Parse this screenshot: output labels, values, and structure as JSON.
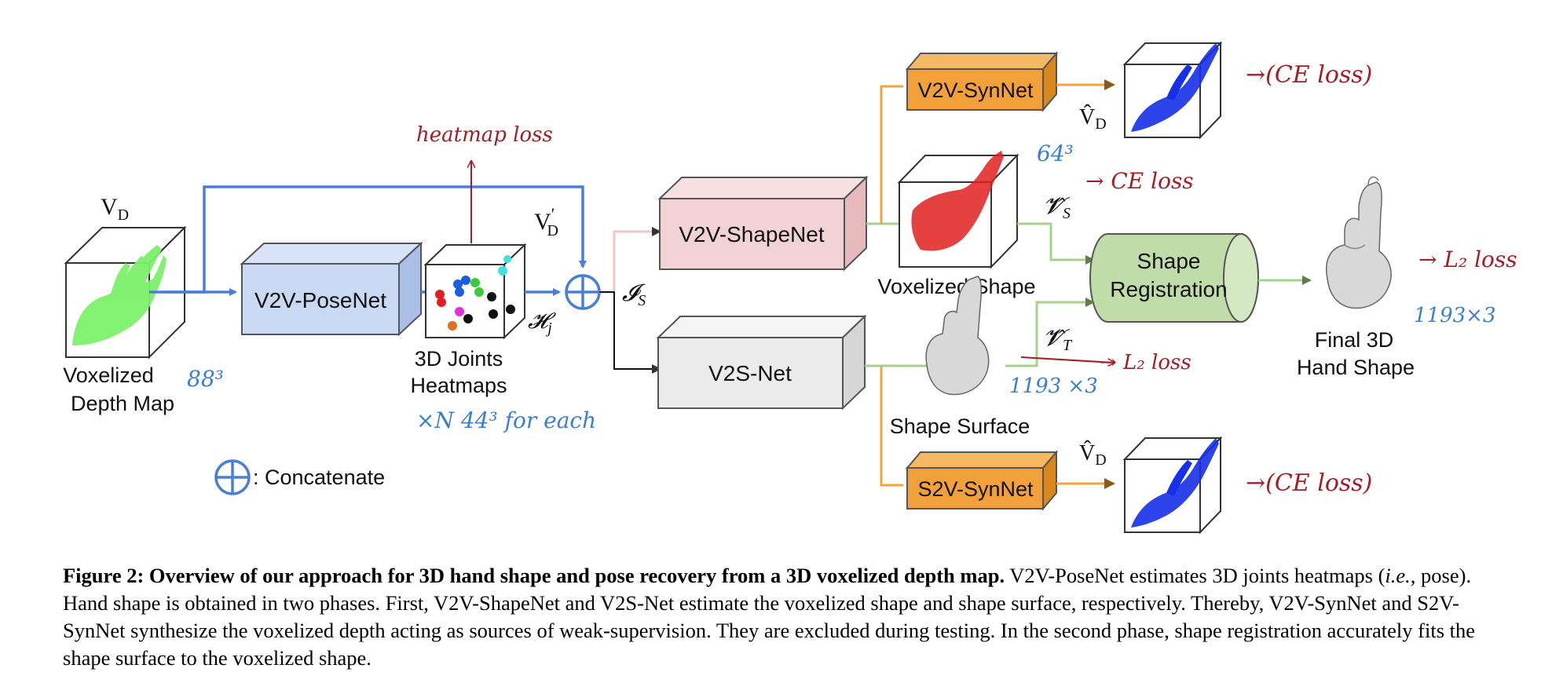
{
  "diagram": {
    "labels": {
      "vd_top": "V",
      "vd_top_sub": "D",
      "voxelized_depth_map_1": "Voxelized",
      "voxelized_depth_map_2": "Depth Map",
      "posenet": "V2V-PoseNet",
      "joints_1": "3D Joints",
      "joints_2": "Heatmaps",
      "hj": "𝓗",
      "hj_sub": "j",
      "vd_prime": "V",
      "vd_prime_sup": "′",
      "vd_prime_sub": "D",
      "is": "𝓘",
      "is_sub": "S",
      "shapenet": "V2V-ShapeNet",
      "v2snet": "V2S-Net",
      "v2v_synnet": "V2V-SynNet",
      "s2v_synnet": "S2V-SynNet",
      "voxelized_shape": "Voxelized Shape",
      "shape_surface": "Shape Surface",
      "shape_registration_1": "Shape",
      "shape_registration_2": "Registration",
      "final_1": "Final 3D",
      "final_2": "Hand Shape",
      "vhat_d": "V̂",
      "vhat_d_sub": "D",
      "vs_hat": "𝓥̂",
      "vs_hat_sub": "S",
      "vt_hat": "𝓥̂",
      "vt_hat_sub": "T",
      "concat_legend": ": Concatenate"
    },
    "annotations": {
      "heatmap_loss": "heatmap loss",
      "ce_loss_top": "→(CE loss)",
      "ce_loss_vs": "→ CE loss",
      "l2_loss_vt": "→ L₂ loss",
      "l2_loss_final": "→ L₂ loss",
      "ce_loss_bottom": "→(CE loss)",
      "size_88": "88³",
      "size_64": "64³",
      "size_joints": "×N  44³ for each",
      "size_1193_a": "1193 ×3",
      "size_1193_b": "1193×3"
    },
    "colors": {
      "posenet_fill": "#c9d9f3",
      "shapenet_fill": "#f2d3d5",
      "v2snet_fill": "#ececec",
      "synnet_fill": "#f2a13a",
      "registration_fill": "#bfdca9",
      "blue_line": "#4a7fd6",
      "green_line": "#a8cf8e",
      "orange_line": "#f0a53a",
      "red_annotation": "#a51d24",
      "blue_annotation": "#3a7fd0"
    }
  },
  "caption": {
    "title": "Figure 2: Overview of our approach for 3D hand shape and pose recovery from a 3D voxelized depth map.",
    "text_1": " V2V-PoseNet estimates 3D joints heatmaps (",
    "text_ie": "i.e.,",
    "text_2": " pose). Hand shape is obtained in two phases. First, V2V-ShapeNet and V2S-Net estimate the voxelized shape and shape surface, respectively. Thereby, V2V-SynNet and S2V-SynNet synthesize the voxelized depth acting as sources of weak-supervision. They are excluded during testing. In the second phase, shape registration accurately fits the shape surface to the voxelized shape."
  }
}
